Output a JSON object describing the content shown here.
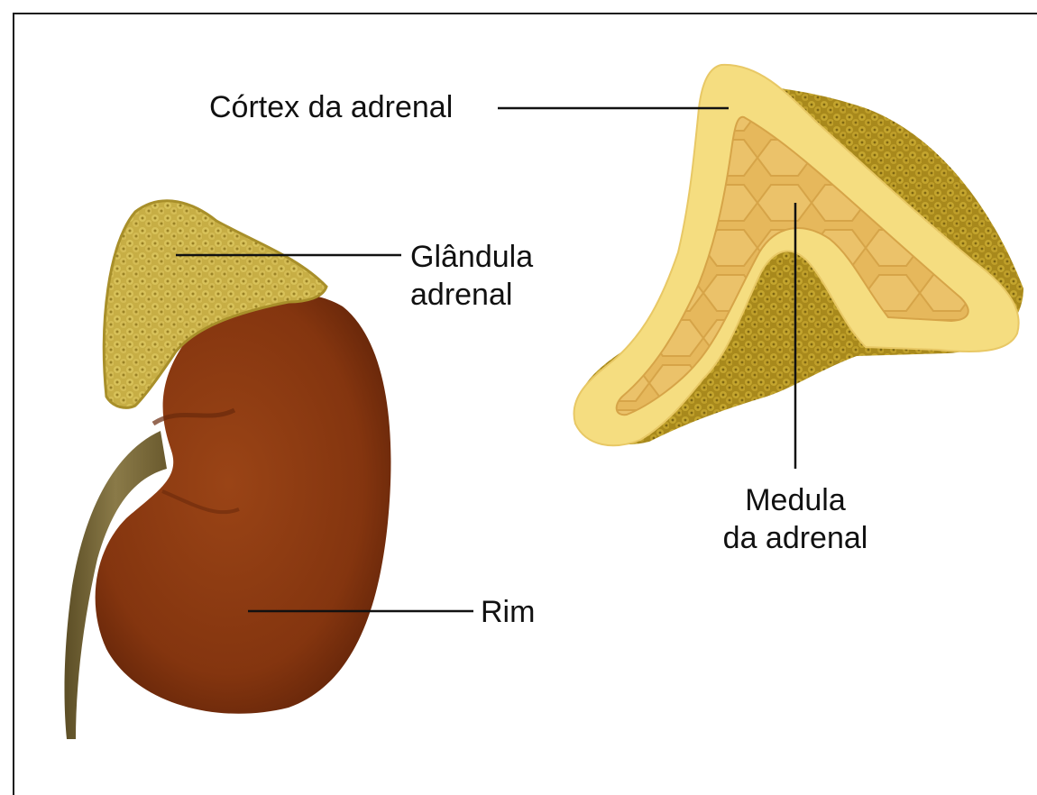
{
  "labels": {
    "cortex": "Córtex da adrenal",
    "gland_line1": "Glândula",
    "gland_line2": "adrenal",
    "medulla_line1": "Medula",
    "medulla_line2": "da adrenal",
    "kidney": "Rim"
  },
  "colors": {
    "kidney": "#8a3a12",
    "kidney_dark": "#5e2208",
    "adrenal_gland": "#c9b24a",
    "cortex": "#f5dd80",
    "medulla": "#e6b85c",
    "outer_surface": "#b8981f",
    "ureter": "#7a6a3a",
    "leader_line": "#111111"
  }
}
